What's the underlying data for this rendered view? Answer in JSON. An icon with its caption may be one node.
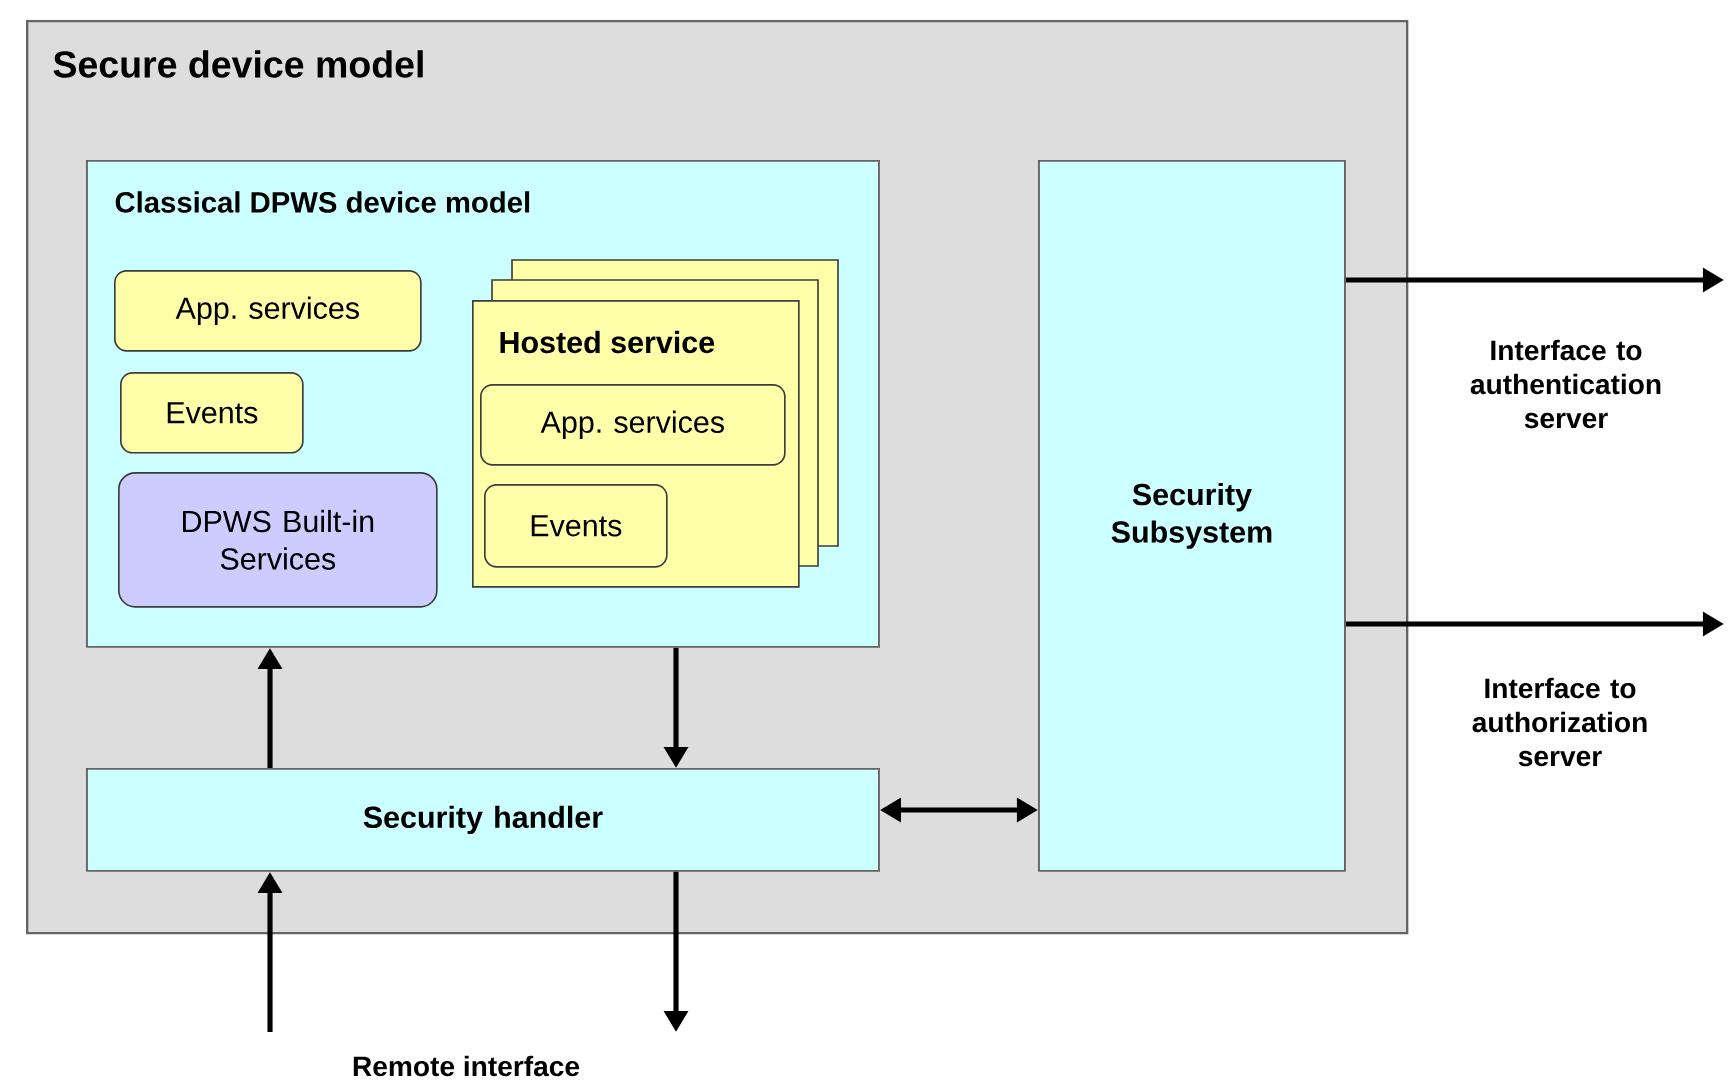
{
  "diagram": {
    "nodes": [
      {
        "text": [
          "Secure device model"
        ]
      },
      {
        "text": [
          "Classical DPWS device model"
        ],
        "in": 0
      },
      {
        "text": [
          "App. services"
        ],
        "in": 1
      },
      {
        "text": [
          "Events"
        ],
        "in": 1
      },
      {
        "text": [
          "DPWS Built-in Services"
        ],
        "in": 1
      },
      {
        "text": [
          "Hosted service"
        ],
        "in": 1
      },
      {
        "text": [
          "App. services"
        ],
        "in": 5
      },
      {
        "text": [
          "Events"
        ],
        "in": 5
      },
      {
        "text": [
          "Security handler"
        ],
        "in": 0
      },
      {
        "text": [
          "Security Subsystem"
        ],
        "in": 0
      }
    ],
    "edges": [
      {
        "from": 8,
        "to": 1,
        "arrow": "to"
      },
      {
        "from": 1,
        "to": 8,
        "arrow": "to"
      },
      {
        "from": 8,
        "to": 9,
        "arrow": "both"
      },
      {
        "from": 9,
        "to": null,
        "arrow": "to",
        "label": "Interface to authentication server"
      },
      {
        "from": 9,
        "to": null,
        "arrow": "to",
        "label": "Interface to authorization server"
      },
      {
        "from": null,
        "to": 8,
        "arrow": "to"
      },
      {
        "from": 8,
        "to": null,
        "arrow": "to"
      }
    ],
    "labels": [
      "Remote interface"
    ]
  }
}
